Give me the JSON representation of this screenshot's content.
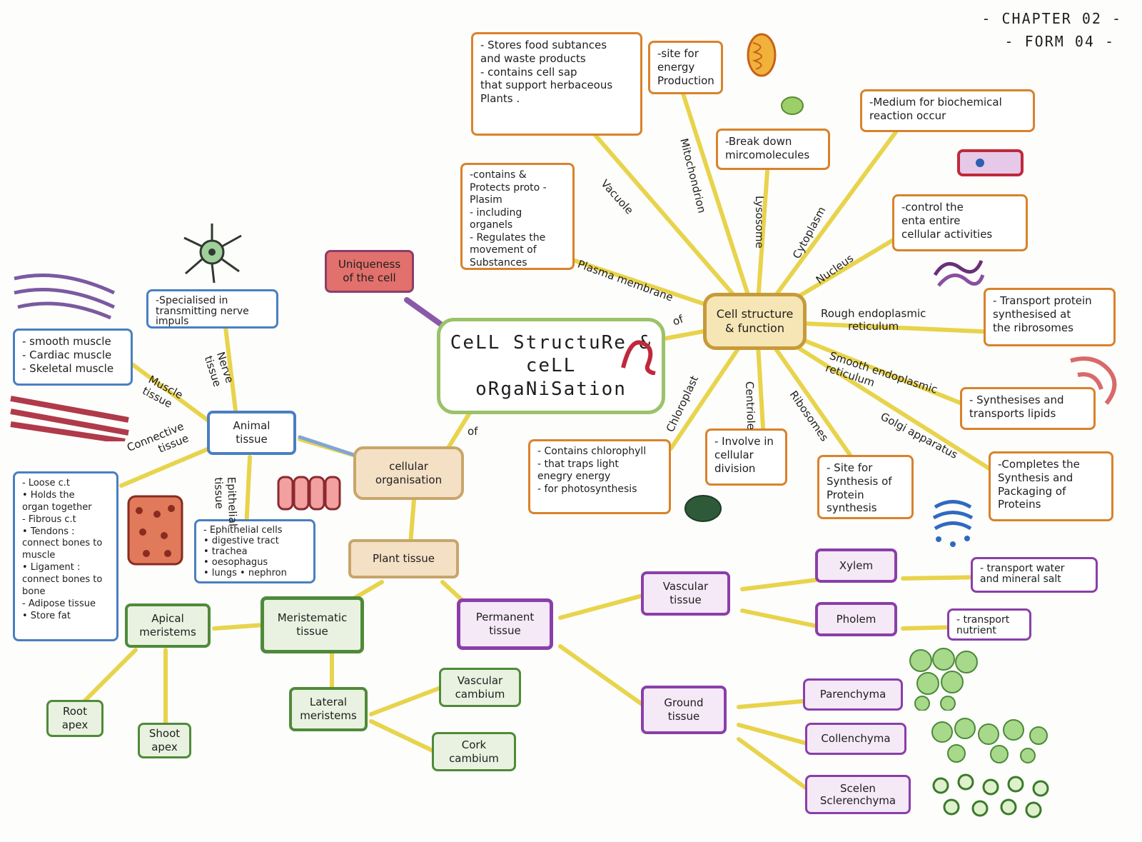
{
  "header": {
    "chapter": "- CHAPTER 02 -",
    "form": "- FORM 04 -"
  },
  "center": {
    "title": "CeLL StructuRe &\nceLL oRgaNiSation"
  },
  "uniqueness": "Uniqueness\nof the cell",
  "of_labels": {
    "of1": "of",
    "of2": "of"
  },
  "cell_function": {
    "hub": "Cell structure\n& function",
    "branches": {
      "vacuole": "Vacuole",
      "mitochondrion": "Mitochondrion",
      "lysosome": "Lysosome",
      "cytoplasm": "Cytoplasm",
      "nucleus": "Nucleus",
      "plasma": "Plasma membrane",
      "rer": "Rough endoplasmic\nreticulum",
      "ser": "Smooth endoplasmic\nreticulum",
      "golgi": "Golgi apparatus",
      "ribosomes": "Ribosomes",
      "centriole": "Centriole",
      "chloroplast": "Chloroplast"
    },
    "boxes": {
      "vacuole": "- Stores food subtances\nand waste products\n- contains cell sap\nthat support herbaceous\nPlants .",
      "mitochondrion": "-site for\nenergy\nProduction",
      "lysosome": "-Break down\nmircomolecules",
      "cytoplasm": "-Medium for biochemical\nreaction occur",
      "nucleus": "-control the\nenta entire\ncellular activities",
      "plasma": "-contains &\nProtects proto -\nPlasim\n- including organels\n- Regulates the\nmovement of\nSubstances",
      "rer": "- Transport protein\nsynthesised at\nthe ribrosomes",
      "ser": "- Synthesises and\ntransports lipids",
      "golgi": "-Completes the\nSynthesis and\nPackaging of\nProteins",
      "ribosomes": "- Site for\nSynthesis of\nProtein\nsynthesis",
      "centriole": "- Involve in\ncellular\ndivision",
      "chloroplast": "- Contains chlorophyll\n- that traps light\nenegry energy\n- for photosynthesis"
    }
  },
  "cellular_organisation": "cellular\norganisation",
  "animal": {
    "hub": "Animal\ntissue",
    "nerve_label": "Nerve\ntissue",
    "muscle_label": "Muscle\ntissue",
    "connective_label": "Connective\ntissue",
    "epithelial_label": "Epithelial\ntissue",
    "nerve_box": "-Specialised in\ntransmitting nerve\nimpuls",
    "muscle_box": "- smooth muscle\n- Cardiac muscle\n- Skeletal muscle",
    "connective_box": "- Loose c.t\n• Holds the\norgan together\n- Fibrous c.t\n• Tendons :\nconnect bones to\nmuscle\n• Ligament :\nconnect bones to\nbone\n- Adipose tissue\n• Store fat",
    "epithelial_box": "- Ephithelial cells\n• digestive tract\n• trachea\n• oesophagus\n• lungs   • nephron"
  },
  "plant": {
    "hub": "Plant tissue",
    "meristematic": "Meristematic\ntissue",
    "apical": "Apical\nmeristems",
    "root": "Root\napex",
    "shoot": "Shoot\napex",
    "lateral": "Lateral\nmeristems",
    "vascular_cambium": "Vascular\ncambium",
    "cork_cambium": "Cork\ncambium",
    "permanent": "Permanent\ntissue",
    "vascular_tissue": "Vascular\ntissue",
    "xylem": "Xylem",
    "xylem_fn": "- transport water\nand mineral salt",
    "phloem": "Pholem",
    "phloem_fn": "- transport\nnutrient",
    "ground": "Ground\ntissue",
    "parenchyma": "Parenchyma",
    "collenchyma": "Collenchyma",
    "sclerenchyma": "Scelen\nSclerenchyma"
  },
  "colors": {
    "orange": "#d9822b",
    "blue": "#4a7fc1",
    "green": "#4f8a3a",
    "purple": "#8a3fa8",
    "link": "#e9d23a"
  }
}
